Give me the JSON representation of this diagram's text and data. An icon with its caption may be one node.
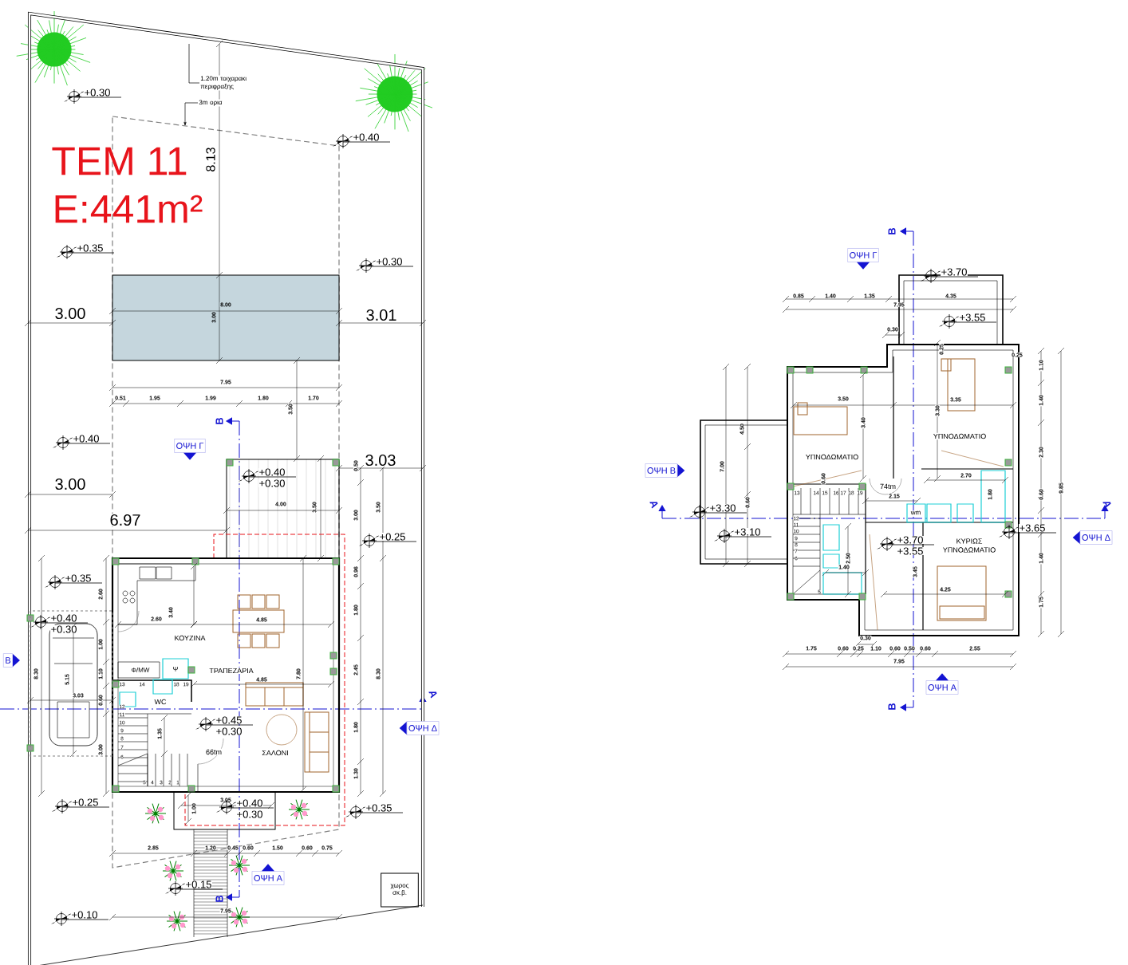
{
  "diagram": {
    "nodes": [
      {
        "text": [
          "1.20m τοιχαρακι περιφραξης"
        ]
      },
      {
        "text": [
          "3m ορια"
        ]
      },
      {
        "text": [
          "ΟΨΗ Γ"
        ]
      },
      {
        "text": [
          "Β"
        ]
      },
      {
        "text": [
          "ΟΨΗ Δ"
        ]
      },
      {
        "text": [
          "ΟΨΗ Α"
        ]
      },
      {
        "text": [
          "χωρος σκ.β."
        ]
      },
      {
        "text": [
          "ΟΨΗ Γ"
        ]
      },
      {
        "text": [
          "ΟΨΗ Β"
        ]
      },
      {
        "text": [
          "ΟΨΗ Δ"
        ]
      },
      {
        "text": [
          "ΟΨΗ Α"
        ]
      }
    ],
    "edges": [
      {
        "from": 0,
        "to": null,
        "arrow": "none"
      },
      {
        "from": 1,
        "to": null,
        "arrow": "to"
      }
    ],
    "labels": [
      "ΤΕΜ 11",
      "Ε:441m²",
      "8.13",
      "+0.30",
      "+0.40",
      "+0.35",
      "+0.30",
      "3.00",
      "8.00",
      "3.00",
      "3.01",
      "7.95",
      "0.51",
      "1.95",
      "1.99",
      "1.80",
      "1.70",
      "3.50",
      "Β",
      "+0.40",
      "3.03",
      "+0.40",
      "+0.30",
      "0.50",
      "4.00",
      "3.50",
      "3.00",
      "3.50",
      "3.00",
      "6.97",
      "+0.25",
      "+0.35",
      "2.60",
      "0.96",
      "3.40",
      "2.60",
      "4.85",
      "+0.40",
      "+0.30",
      "ΚΟΥΖΙΝΑ",
      "1.80",
      "1.00",
      "8.30",
      "5.15",
      "1.10",
      "Φ/MW",
      "Ψ",
      "ΤΡΑΠΕΖΑΡΙΑ",
      "4.85",
      "7.80",
      "2.45",
      "8.30",
      "3.03",
      "0.60",
      "WC",
      "Α",
      "+0.45",
      "+0.30",
      "1.35",
      "1.80",
      "66tm",
      "ΣΑΛΟΝΙ",
      "3.00",
      "1.30",
      "+0.25",
      "3.05",
      "+0.40",
      "+0.30",
      "1.00",
      "+0.35",
      "2.85",
      "1.20",
      "0.45",
      "0.60",
      "1.50",
      "0.60",
      "0.75",
      "+0.15",
      "Β",
      "7.95",
      "+0.10",
      "13",
      "14",
      "18",
      "19",
      "12",
      "11",
      "10",
      "9",
      "8",
      "7",
      "6",
      "5",
      "4",
      "3",
      "2",
      "1",
      "Β",
      "+3.70",
      "0.85",
      "1.40",
      "1.35",
      "4.35",
      "7.95",
      "+3.55",
      "0.30",
      "0.25",
      "0.25",
      "1.10",
      "1.40",
      "3.50",
      "3.35",
      "3.30",
      "3.40",
      "4.50",
      "ΥΠΝΟΔΩΜΑΤΙΟ",
      "2.30",
      "ΥΠΝΟΔΩΜΑΤΙΟ",
      "7.00",
      "0.60",
      "2.70",
      "74tm",
      "2.15",
      "1.80",
      "0.60",
      "9.85",
      "Α",
      "0.60",
      "+3.30",
      "wm",
      "Α",
      "+3.65",
      "+3.10",
      "+3.70",
      "ΚΥΡΙΩΣ ΥΠΝΟΔΩΜΑΤΙΟ",
      "+3.55",
      "2.50",
      "1.40",
      "1.40",
      "3.45",
      "4.25",
      "1.75",
      "0.30",
      "1.75",
      "0.60",
      "0.25",
      "1.10",
      "0.60",
      "0.50",
      "0.60",
      "2.55",
      "7.95",
      "Β",
      "13",
      "14",
      "15",
      "16",
      "17",
      "18",
      "19",
      "12",
      "11",
      "10",
      "9",
      "8",
      "7",
      "6",
      "5"
    ]
  }
}
